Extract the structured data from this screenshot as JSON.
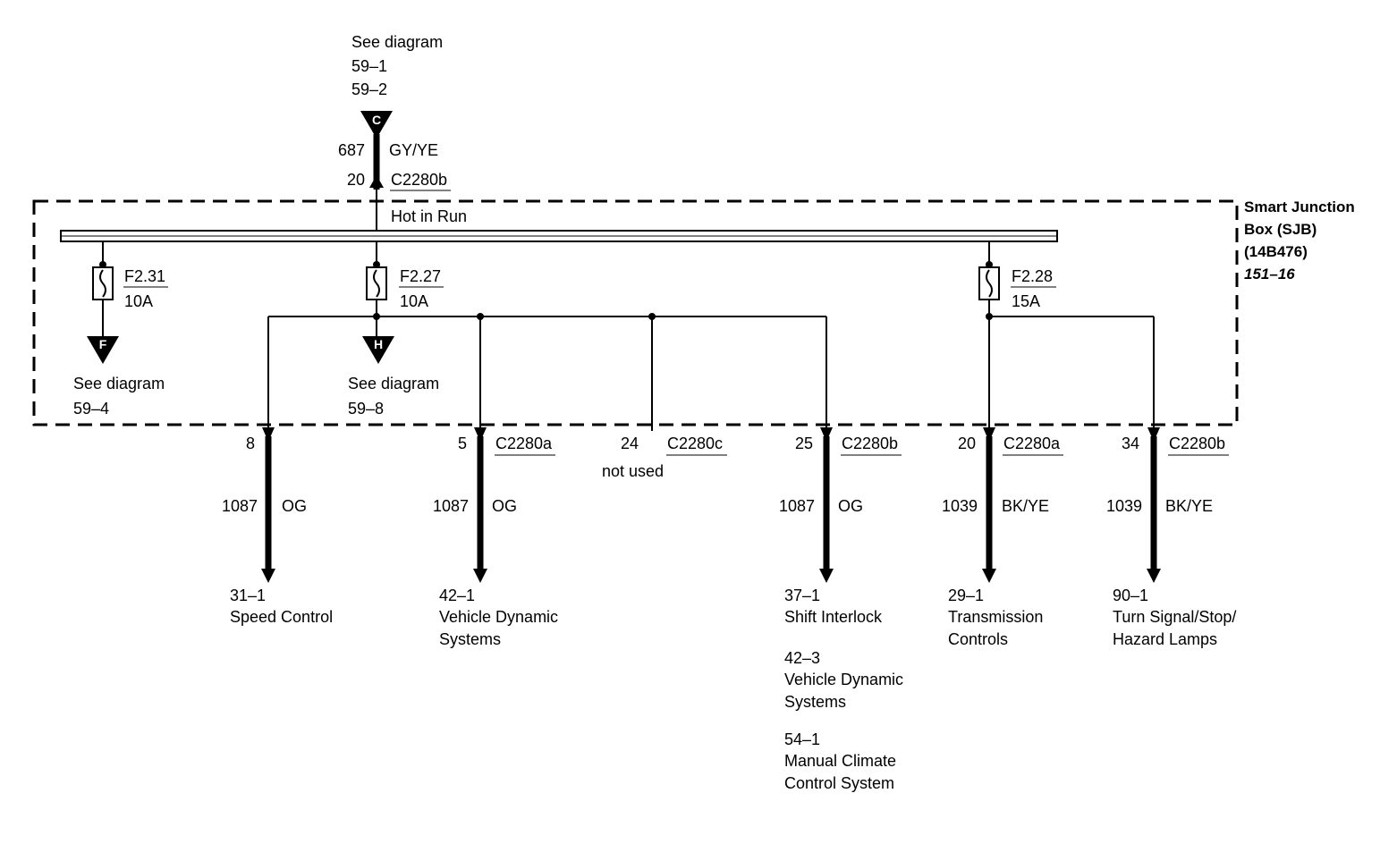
{
  "sjb": {
    "title_line1": "Smart Junction",
    "title_line2": "Box (SJB)",
    "part_number": "(14B476)",
    "ref": "151–16",
    "bus_label": "Hot in Run"
  },
  "input": {
    "see": "See diagram",
    "ref1": "59–1",
    "ref2": "59–2",
    "connector_letter": "C",
    "circuit": "687",
    "color": "GY/YE",
    "pin": "20",
    "connector": "C2280b"
  },
  "fuses": [
    {
      "id": "F2.31",
      "amps": "10A",
      "out_letter": "F",
      "see": "See diagram",
      "ref": "59–4"
    },
    {
      "id": "F2.27",
      "amps": "10A",
      "out_letter": "H",
      "see": "See diagram",
      "ref": "59–8"
    },
    {
      "id": "F2.28",
      "amps": "15A"
    }
  ],
  "outputs": [
    {
      "pin": "8",
      "circuit": "1087",
      "color": "OG",
      "refs": [
        {
          "ref": "31–1",
          "l1": "Speed Control"
        }
      ]
    },
    {
      "pin": "5",
      "connector": "C2280a",
      "circuit": "1087",
      "color": "OG",
      "refs": [
        {
          "ref": "42–1",
          "l1": "Vehicle Dynamic",
          "l2": "Systems"
        }
      ]
    },
    {
      "pin": "24",
      "connector": "C2280c",
      "note": "not used"
    },
    {
      "pin": "25",
      "connector": "C2280b",
      "circuit": "1087",
      "color": "OG",
      "refs": [
        {
          "ref": "37–1",
          "l1": "Shift Interlock"
        },
        {
          "ref": "42–3",
          "l1": "Vehicle Dynamic",
          "l2": "Systems"
        },
        {
          "ref": "54–1",
          "l1": "Manual Climate",
          "l2": "Control System"
        }
      ]
    },
    {
      "pin": "20",
      "connector": "C2280a",
      "circuit": "1039",
      "color": "BK/YE",
      "refs": [
        {
          "ref": "29–1",
          "l1": "Transmission",
          "l2": "Controls"
        }
      ]
    },
    {
      "pin": "34",
      "connector": "C2280b",
      "circuit": "1039",
      "color": "BK/YE",
      "refs": [
        {
          "ref": "90–1",
          "l1": "Turn Signal/Stop/",
          "l2": "Hazard Lamps"
        }
      ]
    }
  ]
}
